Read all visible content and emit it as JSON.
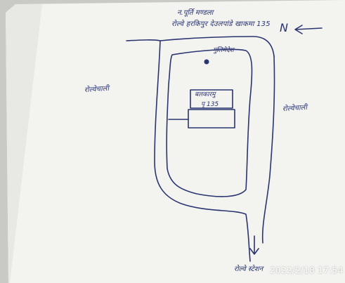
{
  "map": {
    "top_line_1": "न.पूर्ति मण्डला",
    "top_line_2": "रोल्वे हरकिपुर देउलपांडे खाकमा 135",
    "north_marker": "N",
    "left_road_label": "रोल्वेचाली",
    "right_road_label": "रोल्वेचाली",
    "shrine_label": "गुलिमेदेश",
    "plot_line_1": "बलकारमु",
    "plot_line_2": "पृ 135",
    "bottom_label": "रोल्वे स्टेशन"
  },
  "photo": {
    "timestamp": "2022/2/18  17:54"
  },
  "colors": {
    "ink": "#2a3470",
    "paper": "#f4f4f1",
    "background": "#d9d9d6"
  }
}
